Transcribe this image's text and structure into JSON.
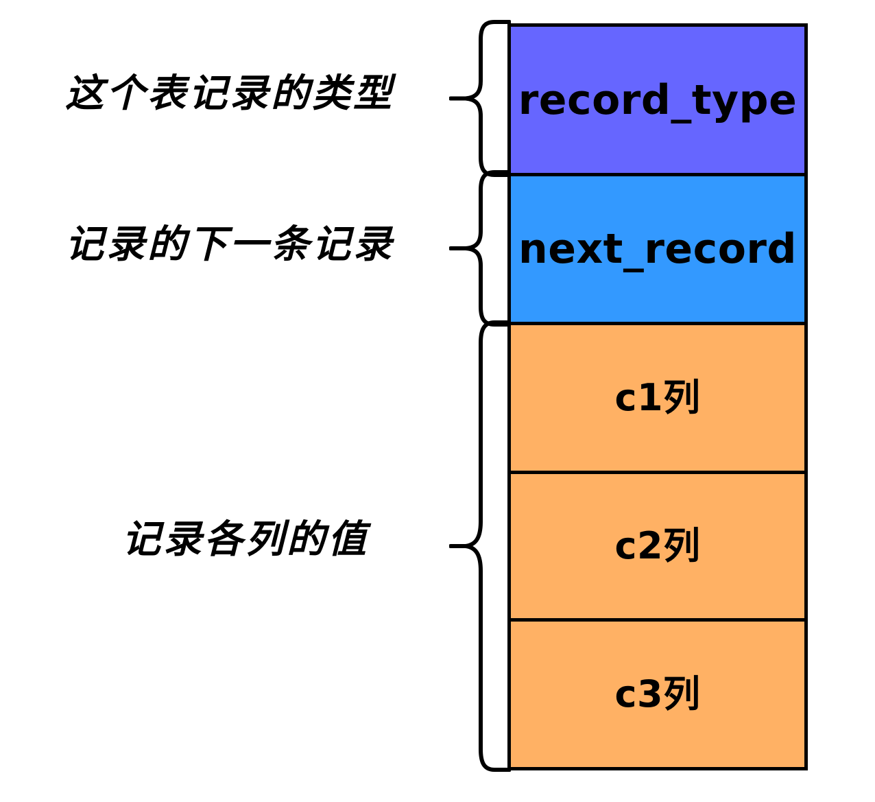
{
  "diagram": {
    "title": "record structure layout",
    "colors": {
      "record_type_fill": "#6666FF",
      "next_record_fill": "#3399FF",
      "column_fill": "#FFB164",
      "stroke": "#000000",
      "background": "#FFFFFF"
    },
    "fields": [
      {
        "id": "record_type",
        "label": "record_type",
        "fill": "#6666FF"
      },
      {
        "id": "next_record",
        "label": "next_record",
        "fill": "#3399FF"
      },
      {
        "id": "c1",
        "label": "c1列",
        "fill": "#FFB164"
      },
      {
        "id": "c2",
        "label": "c2列",
        "fill": "#FFB164"
      },
      {
        "id": "c3",
        "label": "c3列",
        "fill": "#FFB164"
      }
    ],
    "annotations": [
      {
        "id": "record_type_note",
        "text": "这个表记录的类型",
        "covers": [
          "record_type"
        ]
      },
      {
        "id": "next_record_note",
        "text": "记录的下一条记录",
        "covers": [
          "next_record"
        ]
      },
      {
        "id": "column_values_note",
        "text": "记录各列的值",
        "covers": [
          "c1",
          "c2",
          "c3"
        ]
      }
    ],
    "braces": [
      {
        "id": "brace-record-type",
        "icon": "curly-brace-icon"
      },
      {
        "id": "brace-next-record",
        "icon": "curly-brace-icon"
      },
      {
        "id": "brace-column-values",
        "icon": "curly-brace-icon"
      }
    ]
  }
}
